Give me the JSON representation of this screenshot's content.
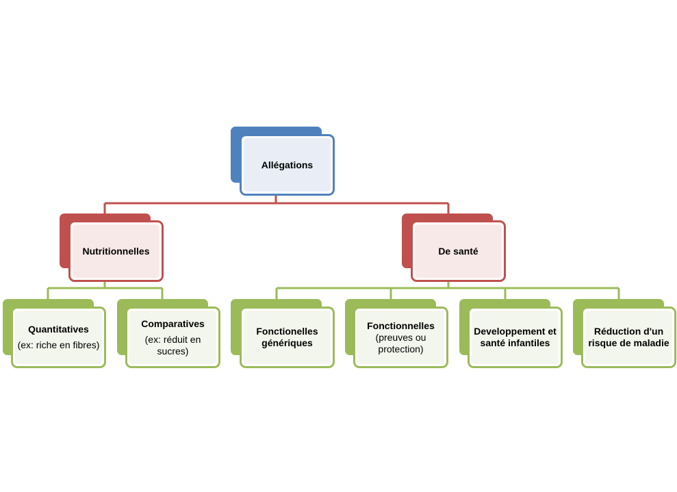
{
  "root": {
    "title": "Allégations"
  },
  "level1": [
    {
      "title": "Nutritionnelles"
    },
    {
      "title": "De santé"
    }
  ],
  "level2": [
    {
      "title": "Quantitatives",
      "subtitle": "(ex: riche en fibres)"
    },
    {
      "title": "Comparatives",
      "subtitle": "(ex: réduit en sucres)"
    },
    {
      "title": "Fonctionelles génériques",
      "subtitle": ""
    },
    {
      "title": "Fonctionnelles",
      "subtitle": "(preuves ou protection)"
    },
    {
      "title": "Developpement et santé infantiles",
      "subtitle": ""
    },
    {
      "title": "Réduction d'un risque de maladie",
      "subtitle": ""
    }
  ],
  "colors": {
    "root": "#4f81bd",
    "level1": "#c0504d",
    "level2": "#9bbb59"
  }
}
